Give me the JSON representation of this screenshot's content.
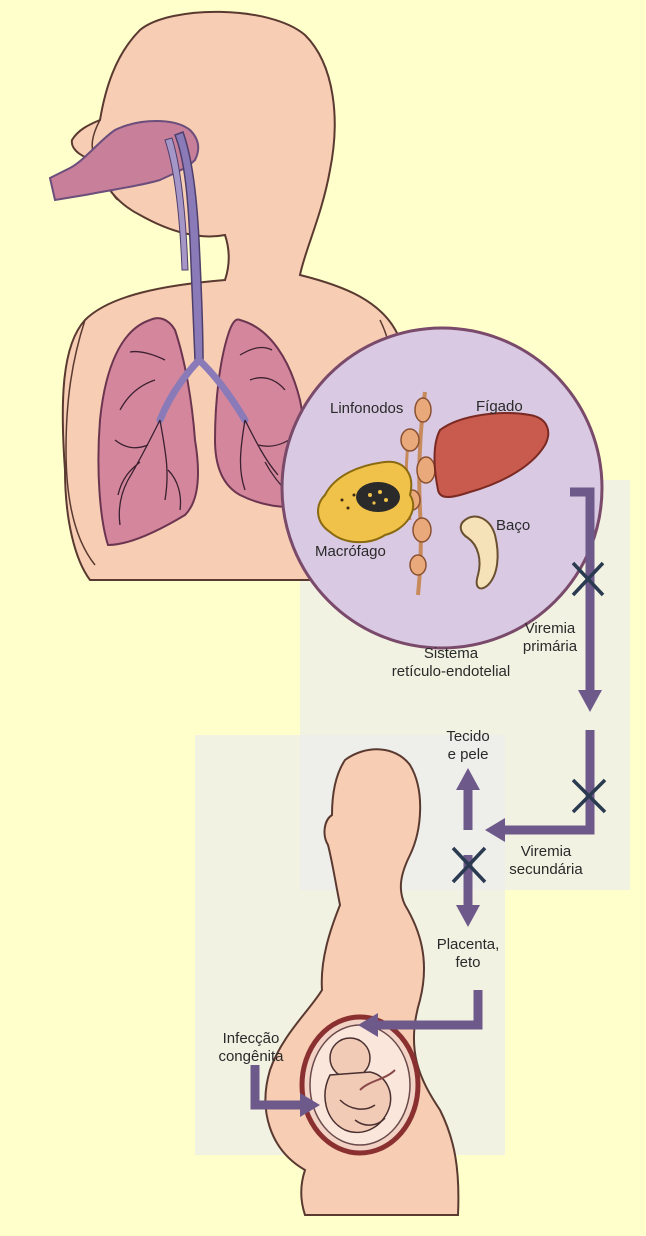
{
  "labels": {
    "linfonodos": "Linfonodos",
    "figado": "Fígado",
    "baco": "Baço",
    "macrofago": "Macrófago",
    "sistema_line1": "Sistema",
    "sistema_line2": "retículo-endotelial",
    "viremia_primaria_line1": "Viremia",
    "viremia_primaria_line2": "primária",
    "tecido_line1": "Tecido",
    "tecido_line2": "e pele",
    "viremia_secundaria_line1": "Viremia",
    "viremia_secundaria_line2": "secundária",
    "placenta_line1": "Placenta,",
    "placenta_line2": "feto",
    "infeccao_line1": "Infecção",
    "infeccao_line2": "congênita"
  },
  "colors": {
    "background": "#ffffcc",
    "skin": "#f7cdb4",
    "skin_outline": "#5a3a30",
    "airway": "#8a7bb8",
    "lung": "#d4879c",
    "circle_fill": "#d9c9e3",
    "liver": "#c85a4e",
    "spleen": "#f5e2b8",
    "macrophage": "#f0c24a",
    "lymph": "#e9a97a",
    "arrow": "#6e5a8a",
    "text_panel": "#e6e6e6"
  }
}
